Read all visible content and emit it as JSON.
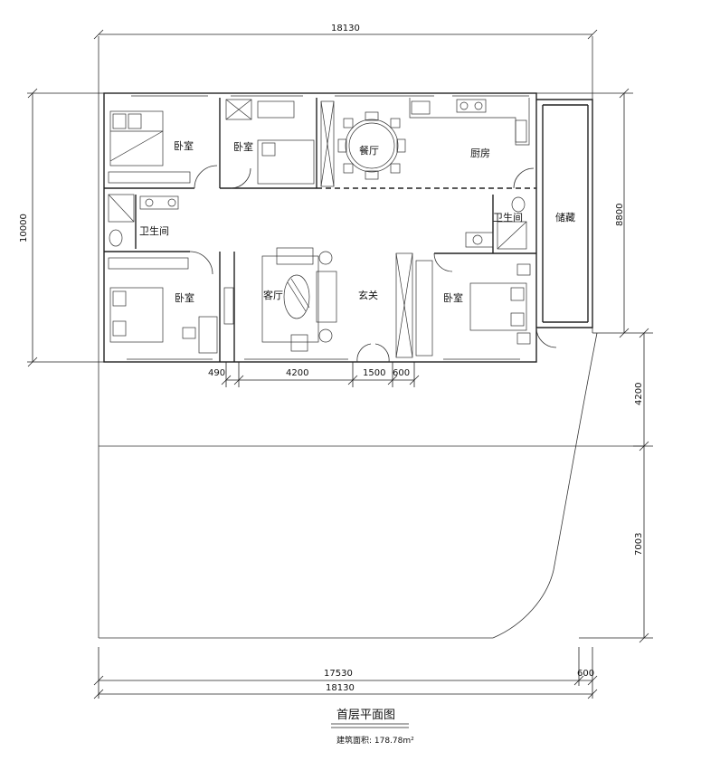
{
  "title": "首层平面图",
  "area_label": "建筑面积: 178.78m²",
  "rooms": {
    "bedroom_nw": "卧室",
    "bedroom_n": "卧室",
    "dining": "餐厅",
    "kitchen": "厨房",
    "storage": "储藏",
    "bath_w": "卫生间",
    "bath_e": "卫生间",
    "living": "客厅",
    "foyer": "玄关",
    "bedroom_sw": "卧室",
    "bedroom_e": "卧室"
  },
  "dimensions": {
    "top_total": "18130",
    "left_height": "10000",
    "right_upper": "8800",
    "right_mid": "4200",
    "right_lower": "7003",
    "front_490": "490",
    "front_4200": "4200",
    "front_1500": "1500",
    "front_600": "600",
    "bottom_17530": "17530",
    "bottom_600": "600",
    "bottom_total": "18130"
  }
}
